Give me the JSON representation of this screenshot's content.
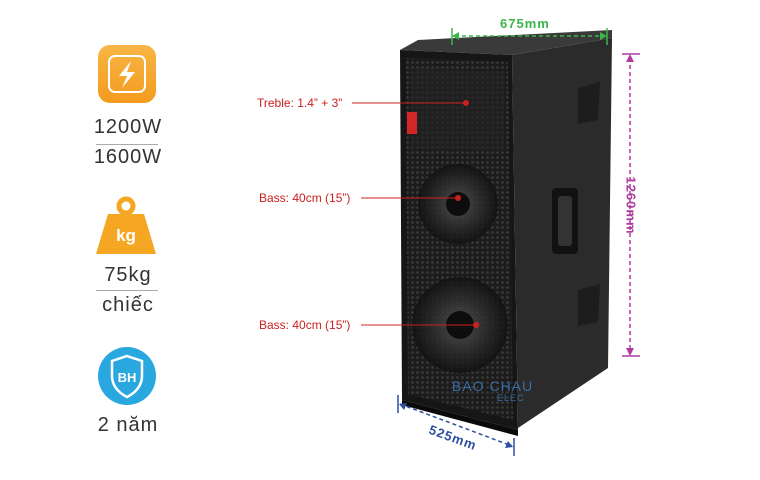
{
  "specs": {
    "power": {
      "icon": "lightning-bolt-icon",
      "line1": "1200W",
      "line2": "1600W"
    },
    "weight": {
      "icon": "kg-weight-icon",
      "badge": "kg",
      "value": "75kg",
      "unit": "chiếc"
    },
    "warranty": {
      "icon": "warranty-shield-icon",
      "badge": "BH",
      "value": "2 năm"
    }
  },
  "dimensions": {
    "width": "675mm",
    "height": "1260mm",
    "depth": "525mm"
  },
  "callouts": {
    "treble": "Treble: 1.4” + 3”",
    "bass_upper": "Bass: 40cm (15”)",
    "bass_lower": "Bass: 40cm (15”)"
  },
  "watermark": {
    "brand": "BAO CHAU",
    "sub": "ELEC"
  },
  "colors": {
    "accent_orange": "#f5a623",
    "width_dim": "#3cb54a",
    "height_dim": "#b03a9f",
    "depth_dim": "#2e4ea0",
    "callout": "#cc2020",
    "icon_blue": "#29a8e0"
  }
}
